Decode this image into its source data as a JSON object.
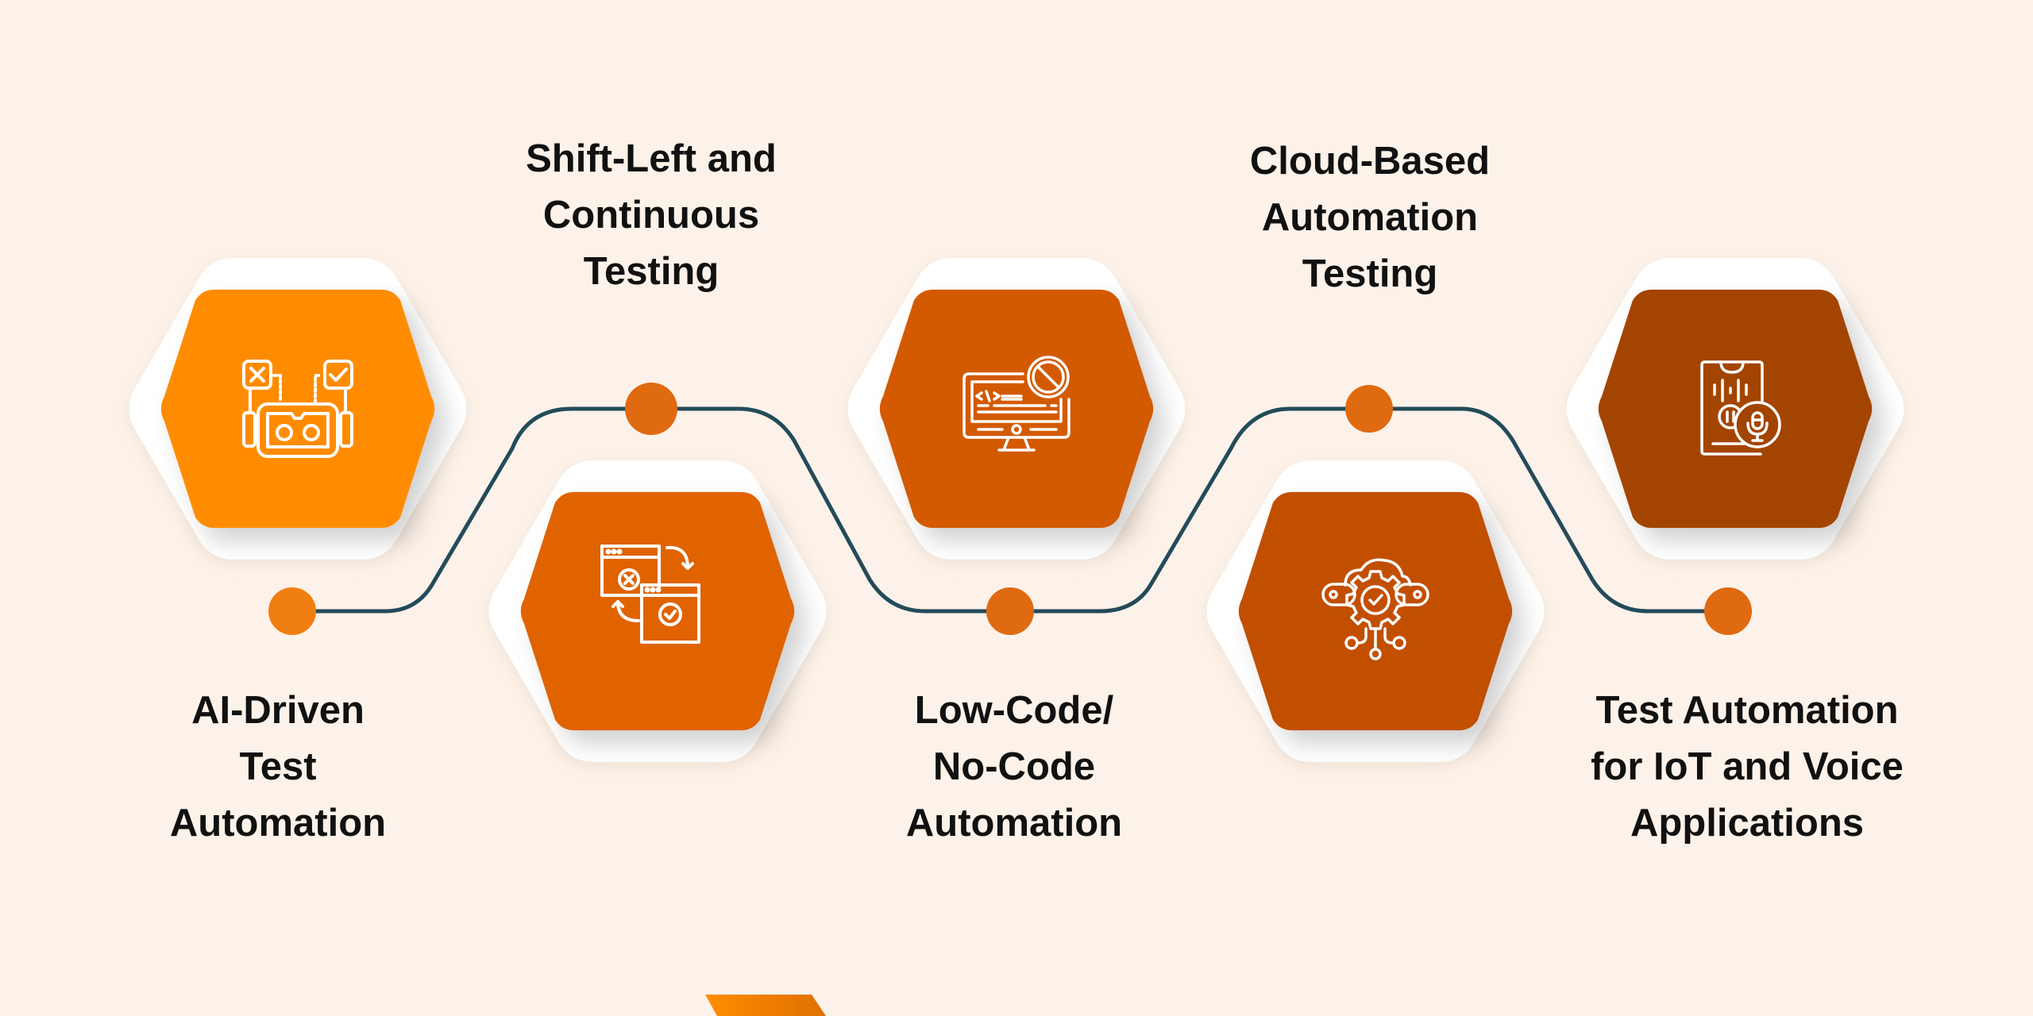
{
  "diagram": {
    "type": "timeline",
    "steps": [
      {
        "id": "ai-driven",
        "title": "AI-Driven\nTest\nAutomation",
        "icon": "robot-test-icon",
        "color": "#ff8c00",
        "label_position": "below"
      },
      {
        "id": "shift-left",
        "title": "Shift-Left and\nContinuous\nTesting",
        "icon": "browser-cycle-icon",
        "color": "#e06400",
        "label_position": "above"
      },
      {
        "id": "low-code",
        "title": "Low-Code/\nNo-Code\nAutomation",
        "icon": "monitor-no-code-icon",
        "color": "#d35a00",
        "label_position": "below"
      },
      {
        "id": "cloud-based",
        "title": "Cloud-Based\nAutomation\nTesting",
        "icon": "cloud-gear-icon",
        "color": "#c25000",
        "label_position": "above"
      },
      {
        "id": "iot-voice",
        "title": "Test Automation\nfor IoT and Voice\nApplications",
        "icon": "phone-voice-icon",
        "color": "#a34400",
        "label_position": "below"
      }
    ],
    "connector_color": "#234b5a",
    "dot_color": "#e86d10",
    "background": "#fdf2e9"
  }
}
